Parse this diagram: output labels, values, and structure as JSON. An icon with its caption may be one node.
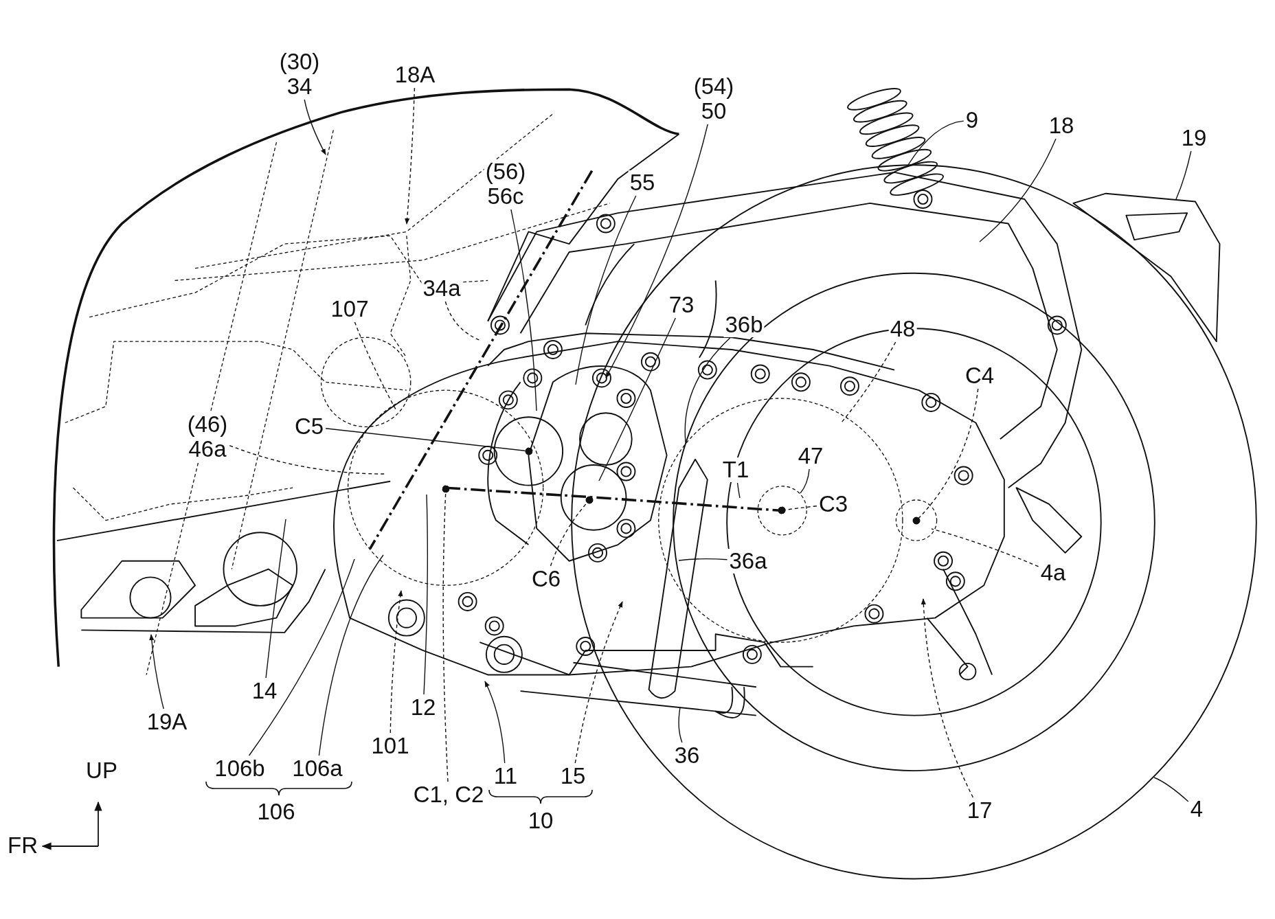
{
  "diagram": {
    "nodes": [
      {
        "text": [
          "(30)",
          "34"
        ]
      },
      {
        "text": [
          "18A"
        ]
      },
      {
        "text": [
          "(54)",
          "50"
        ]
      },
      {
        "text": [
          "9"
        ]
      },
      {
        "text": [
          "18"
        ]
      },
      {
        "text": [
          "19"
        ]
      },
      {
        "text": [
          "(56)",
          "56c"
        ]
      },
      {
        "text": [
          "55"
        ]
      },
      {
        "text": [
          "73"
        ]
      },
      {
        "text": [
          "34a"
        ]
      },
      {
        "text": [
          "107"
        ]
      },
      {
        "text": [
          "36b"
        ]
      },
      {
        "text": [
          "48"
        ]
      },
      {
        "text": [
          "C4"
        ]
      },
      {
        "text": [
          "(46)",
          "46a"
        ]
      },
      {
        "text": [
          "C5"
        ]
      },
      {
        "text": [
          "T1"
        ]
      },
      {
        "text": [
          "47"
        ]
      },
      {
        "text": [
          "C3"
        ]
      },
      {
        "text": [
          "4a"
        ]
      },
      {
        "text": [
          "36a"
        ]
      },
      {
        "text": [
          "C6"
        ]
      },
      {
        "text": [
          "19A"
        ]
      },
      {
        "text": [
          "14"
        ]
      },
      {
        "text": [
          "12"
        ]
      },
      {
        "text": [
          "101"
        ]
      },
      {
        "text": [
          "36"
        ]
      },
      {
        "text": [
          "17"
        ]
      },
      {
        "text": [
          "4"
        ]
      },
      {
        "text": [
          "106b"
        ]
      },
      {
        "text": [
          "106a"
        ]
      },
      {
        "text": [
          "C1, C2"
        ]
      },
      {
        "text": [
          "11"
        ]
      },
      {
        "text": [
          "15"
        ]
      }
    ],
    "edges": [
      {
        "from": 0,
        "to": null,
        "arrow": "to"
      },
      {
        "from": 1,
        "to": null,
        "arrow": "to",
        "style": "dashed"
      },
      {
        "from": 2,
        "to": null,
        "arrow": "to"
      },
      {
        "from": 3,
        "to": null,
        "arrow": "none"
      },
      {
        "from": 4,
        "to": null,
        "arrow": "none"
      },
      {
        "from": 5,
        "to": null,
        "arrow": "none"
      },
      {
        "from": 6,
        "to": null,
        "arrow": "none"
      },
      {
        "from": 7,
        "to": null,
        "arrow": "none"
      },
      {
        "from": 8,
        "to": null,
        "arrow": "none"
      },
      {
        "from": 9,
        "to": null,
        "arrow": "none",
        "style": "dashed"
      },
      {
        "from": 10,
        "to": null,
        "arrow": "none",
        "style": "dashed"
      },
      {
        "from": 11,
        "to": null,
        "arrow": "none"
      },
      {
        "from": 12,
        "to": null,
        "arrow": "none",
        "style": "dashed"
      },
      {
        "from": 13,
        "to": null,
        "arrow": "other",
        "style": "dashed"
      },
      {
        "from": 14,
        "to": null,
        "arrow": "none",
        "style": "dashed"
      },
      {
        "from": 15,
        "to": null,
        "arrow": "other"
      },
      {
        "from": 16,
        "to": null,
        "arrow": "none"
      },
      {
        "from": 17,
        "to": null,
        "arrow": "none"
      },
      {
        "from": 18,
        "to": null,
        "arrow": "other",
        "style": "dashed"
      },
      {
        "from": 19,
        "to": null,
        "arrow": "none",
        "style": "dashed"
      },
      {
        "from": 20,
        "to": null,
        "arrow": "none"
      },
      {
        "from": 21,
        "to": null,
        "arrow": "other",
        "style": "dashed"
      },
      {
        "from": 22,
        "to": null,
        "arrow": "to"
      },
      {
        "from": 23,
        "to": null,
        "arrow": "none"
      },
      {
        "from": 24,
        "to": null,
        "arrow": "none"
      },
      {
        "from": 25,
        "to": null,
        "arrow": "to",
        "style": "dashed"
      },
      {
        "from": 26,
        "to": null,
        "arrow": "none"
      },
      {
        "from": 27,
        "to": null,
        "arrow": "to",
        "style": "dashed"
      },
      {
        "from": 28,
        "to": null,
        "arrow": "none"
      },
      {
        "from": 29,
        "to": null,
        "arrow": "none"
      },
      {
        "from": 30,
        "to": null,
        "arrow": "none"
      },
      {
        "from": 31,
        "to": null,
        "arrow": "other",
        "style": "dashed"
      },
      {
        "from": 32,
        "to": null,
        "arrow": "to"
      },
      {
        "from": 33,
        "to": null,
        "arrow": "to",
        "style": "dashed"
      }
    ],
    "labels": [
      "UP",
      "106",
      "10",
      "FR"
    ]
  }
}
